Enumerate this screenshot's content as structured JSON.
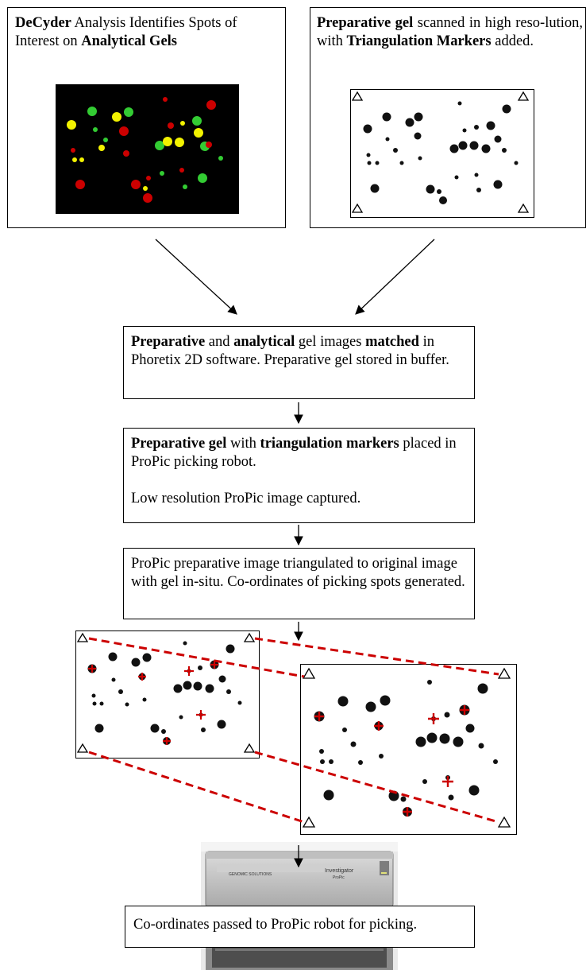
{
  "colors": {
    "spot_red": "#cc0000",
    "spot_green": "#33cc33",
    "spot_yellow": "#f2f200",
    "gel_bg": "#000000",
    "dash": "#cc0000"
  },
  "box1": {
    "b1": "DeCyder",
    "t1": " Analysis Identifies Spots of Interest on ",
    "b2": "Analytical Gels"
  },
  "box2": {
    "b1": "Preparative gel",
    "t1": " scanned in high reso-lution, with ",
    "b2": "Triangulation Markers",
    "t2": " added."
  },
  "box3": {
    "b1": "Preparative",
    "t1": " and ",
    "b2": "analytical",
    "t2": " gel images ",
    "b3": "matched",
    "t3": " in Phoretix 2D software. Preparative gel stored in buffer."
  },
  "box4": {
    "b1": "Preparative gel",
    "t1": " with ",
    "b2": "triangulation markers",
    "t2": " placed in ProPic picking robot.",
    "line2": "Low resolution ProPic image captured."
  },
  "box5": {
    "text": "ProPic preparative image triangulated to original image with gel in-situ. Co-ordinates of picking spots generated."
  },
  "box6": {
    "text": "Co-ordinates passed to ProPic robot for picking."
  },
  "robot": {
    "brand": "Investigator",
    "model": "ProPic",
    "maker": "GENOMIC SOLUTIONS"
  }
}
